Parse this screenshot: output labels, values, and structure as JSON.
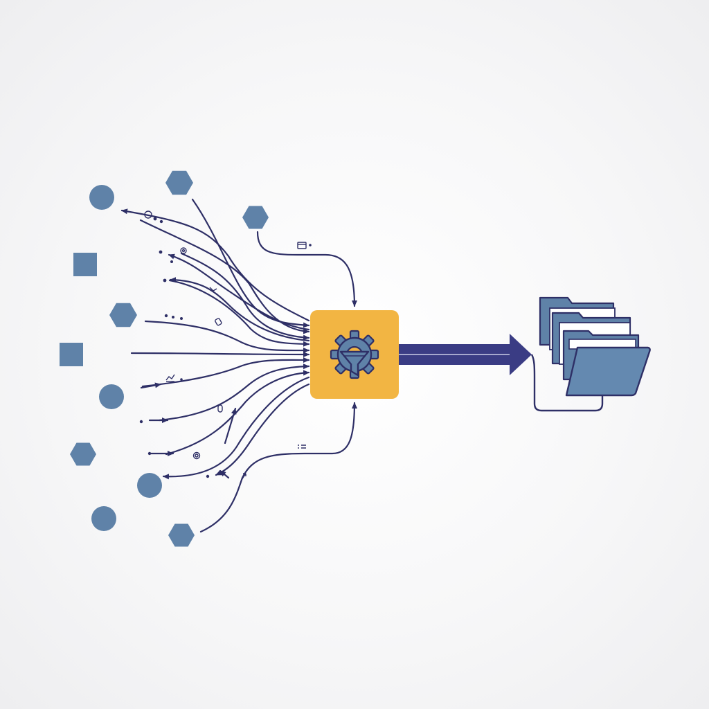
{
  "colors": {
    "background": "#f4f4f5",
    "node_fill": "#5f82a8",
    "line": "#2e2f66",
    "processor_fill": "#f2b543",
    "processor_icon_fill": "#5f82a8",
    "arrow_fill": "#3a3c84",
    "folder_fill": "#5f82a8",
    "paper_fill": "#ffffff"
  },
  "diagram": {
    "source_nodes": [
      {
        "shape": "circle"
      },
      {
        "shape": "hexagon"
      },
      {
        "shape": "hexagon"
      },
      {
        "shape": "square"
      },
      {
        "shape": "hexagon"
      },
      {
        "shape": "square"
      },
      {
        "shape": "circle"
      },
      {
        "shape": "hexagon"
      },
      {
        "shape": "circle"
      },
      {
        "shape": "circle"
      },
      {
        "shape": "hexagon"
      }
    ],
    "processor": {
      "icon": "gear-funnel-icon"
    },
    "output": {
      "arrow_icon": "right-arrow-icon",
      "destination_icon": "folder-stack-icon"
    },
    "small_glyphs": [
      "window-icon",
      "gear-icon",
      "link-icon",
      "tag-icon",
      "chart-icon",
      "mouse-icon",
      "target-icon",
      "share-icon",
      "list-icon"
    ]
  }
}
